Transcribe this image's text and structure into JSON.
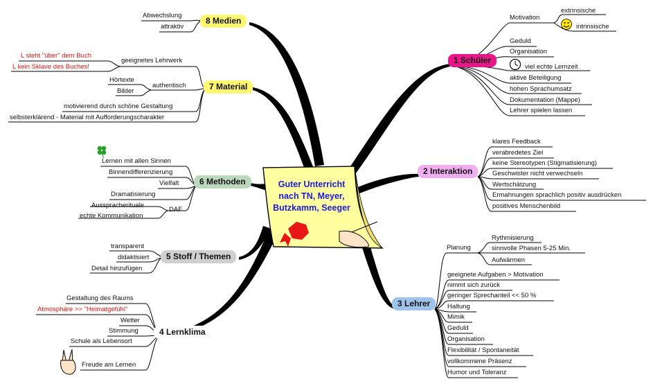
{
  "center": {
    "lines": [
      "Guter Unterricht",
      "nach TN, Meyer,",
      "Butzkamm, Seeger"
    ]
  },
  "colors": {
    "t1": "#e8188a",
    "t2": "#f0aef0",
    "t3": "#9ec4ec",
    "t4": "#ffffff",
    "t5": "#d0d0d0",
    "t6": "#bcd8bc",
    "t7": "#fff870",
    "t8": "#fff870",
    "note": "#ffffa0",
    "red_text": "#e01010",
    "lines": "#000000"
  },
  "topics": {
    "t1": "1 Schüler",
    "t2": "2 Interaktion",
    "t3": "3 Lehrer",
    "t4": "4 Lernklima",
    "t5": "5 Stoff / Themen",
    "t6": "6 Methoden",
    "t7": "7 Material",
    "t8": "8 Medien"
  },
  "schueler": {
    "motivation": "Motivation",
    "extrinsisch": "extrinsische",
    "intrinsisch": "intrinsische",
    "items": [
      "Geduld",
      "Organisation",
      "viel echte Lernzeit",
      "aktive Beteiligung",
      "hohen Sprachumsatz",
      "Dokumentation (Mappe)",
      "Lehrer spielen lassen"
    ]
  },
  "interaktion": {
    "items": [
      "klares Feedback",
      "verabredetes Ziel",
      "keine Stereotypen (Stigmatisierung)",
      "Geschwister nicht verwechseln",
      "Wertschätzung",
      "Ermahnungen sprachlich positiv ausdrücken",
      "positives Menschenbild"
    ]
  },
  "lehrer": {
    "planung": "Planung",
    "planung_items": [
      "Rythmisierung",
      "sinnvolle Phasen 5-25 Min.",
      "Aufwärmen"
    ],
    "items": [
      "geeignete Aufgaben > Motivation",
      "nimmt sich zurück",
      "geringer Sprechanteil << 50 %",
      "Haltung",
      "Mimik",
      "Geduld",
      "Organisation",
      "Flexibilität / Spontaneität",
      "vollkommene Präsenz",
      "Humor und Toleranz"
    ]
  },
  "lernklima": {
    "items": [
      "Gestaltung des Raums",
      "Atmosphäre >> \"Heimatgefühl\"",
      "Wetter",
      "Stimmung",
      "Schule als Lebensort",
      "Freude am Lernen"
    ]
  },
  "stoff": {
    "items": [
      "transparent",
      "didaktisiert",
      "Detail hinzufügen"
    ]
  },
  "methoden": {
    "items": [
      "Lernen mit allen Sinnen",
      "Binnendifferenzierung",
      "Vielfalt",
      "Dramatisierung",
      "DAF"
    ],
    "daf_items": [
      "Ausspracherituale",
      "echte Kommunikation"
    ]
  },
  "material": {
    "lehrwerk": "geeignetes Lehrwerk",
    "lehrwerk_items": [
      "L steht \"über\" dem Buch",
      "L kein Sklave des Buches!"
    ],
    "authentisch": "authentisch",
    "authentisch_items": [
      "Hörtexte",
      "Bilder"
    ],
    "items": [
      "motivierend durch schöne Gestaltung",
      "selbsterklärend - Material mit Aufforderungscharakter"
    ]
  },
  "medien": {
    "items": [
      "Abwechslung",
      "attraktiv"
    ]
  },
  "icons": [
    "smiley-icon",
    "clock-icon",
    "clover-icon",
    "victory-hand-icon",
    "wax-seal-icon",
    "writing-hand-icon"
  ]
}
